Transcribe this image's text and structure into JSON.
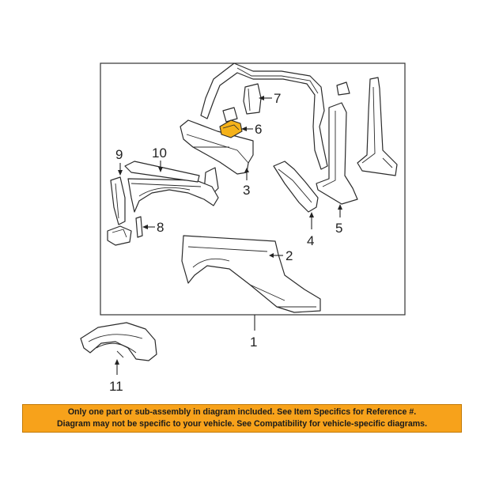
{
  "callouts": {
    "c1": "1",
    "c2": "2",
    "c3": "3",
    "c4": "4",
    "c5": "5",
    "c6": "6",
    "c7": "7",
    "c8": "8",
    "c9": "9",
    "c10": "10",
    "c11": "11"
  },
  "disclaimer": {
    "line1": "Only one part or sub-assembly in diagram included. See Item Specifics for Reference #.",
    "line2": "Diagram may not be specific to your vehicle. See Compatibility for vehicle-specific diagrams."
  },
  "colors": {
    "banner": "#f7a21b",
    "highlighted_part": "#f5b21a"
  }
}
